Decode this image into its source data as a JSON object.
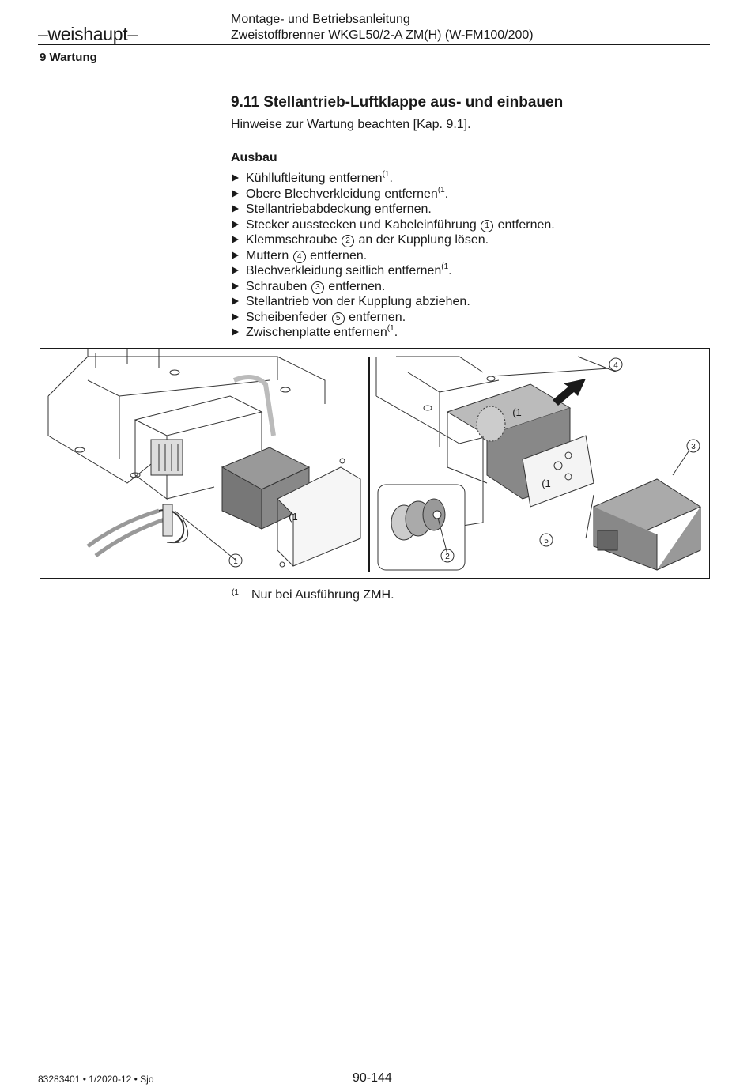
{
  "header": {
    "logo": "weishaupt",
    "title_line1": "Montage- und Betriebsanleitung",
    "title_line2": "Zweistoffbrenner WKGL50/2-A ZM(H) (W-FM100/200)",
    "section": "9 Wartung"
  },
  "main": {
    "heading": "9.11 Stellantrieb-Luftklappe aus- und einbauen",
    "intro": "Hinweise zur Wartung beachten [Kap. 9.1].",
    "subheading": "Ausbau",
    "steps": [
      {
        "pre": "Kühlluftleitung entfernen",
        "sup": "(1",
        "post": "."
      },
      {
        "pre": "Obere Blechverkleidung entfernen",
        "sup": "(1",
        "post": "."
      },
      {
        "pre": "Stellantriebabdeckung entfernen."
      },
      {
        "pre": "Stecker ausstecken und Kabeleinführung ",
        "num": "1",
        "post": " entfernen."
      },
      {
        "pre": "Klemmschraube ",
        "num": "2",
        "post": " an der Kupplung lösen."
      },
      {
        "pre": "Muttern ",
        "num": "4",
        "post": " entfernen."
      },
      {
        "pre": "Blechverkleidung seitlich entfernen",
        "sup": "(1",
        "post": "."
      },
      {
        "pre": "Schrauben ",
        "num": "3",
        "post": " entfernen."
      },
      {
        "pre": "Stellantrieb von der Kupplung abziehen."
      },
      {
        "pre": "Scheibenfeder ",
        "num": "5",
        "post": " entfernen."
      },
      {
        "pre": "Zwischenplatte entfernen",
        "sup": "(1",
        "post": "."
      }
    ]
  },
  "figure": {
    "callouts": [
      "1",
      "2",
      "3",
      "4",
      "5"
    ],
    "panel_label": "(1"
  },
  "footnote": {
    "mark": "(1",
    "text": "Nur bei Ausführung ZMH."
  },
  "footer": {
    "doc_number": "83283401 • 1/2020-12 • Sjo",
    "page": "90-144"
  }
}
